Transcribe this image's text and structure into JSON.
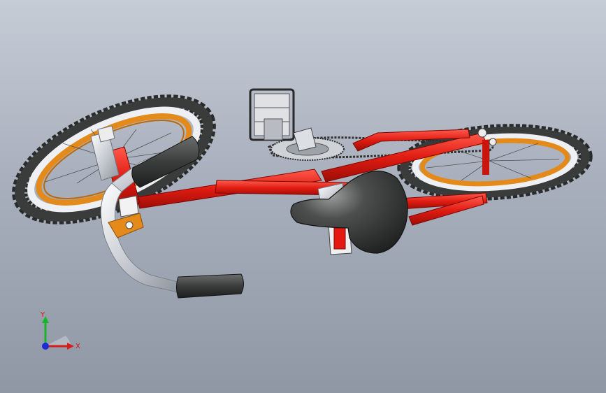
{
  "viewport": {
    "model": "bicycle-assembly"
  },
  "triad": {
    "x_label": "X",
    "y_label": "Y"
  },
  "colors": {
    "frame": "#e41a12",
    "frame_dark": "#a90d08",
    "rim_orange": "#e38a1a",
    "tire": "#2c2f2e",
    "chrome": "#d7dadf",
    "grip": "#3b3d3c",
    "seat": "#3a3d3a",
    "axis_x": "#d61d1d",
    "axis_y": "#18b52c",
    "axis_z": "#1e2bd6"
  }
}
